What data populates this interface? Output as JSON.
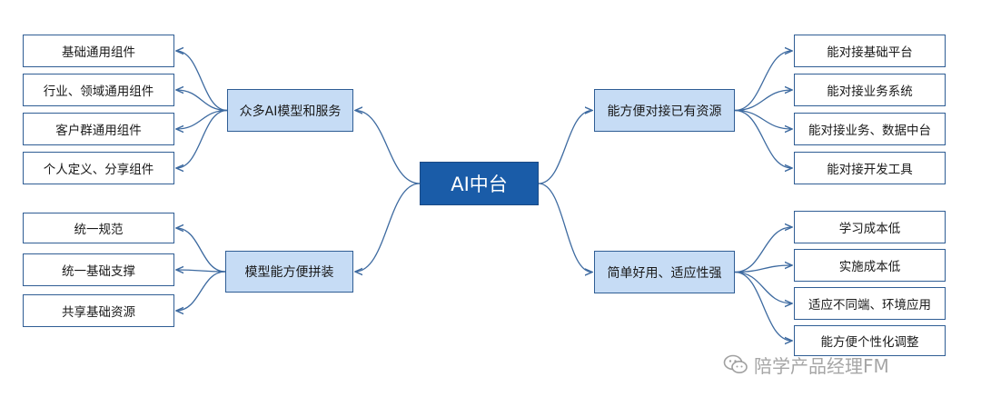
{
  "center": {
    "label": "AI中台"
  },
  "branches": {
    "models": {
      "label": "众多AI模型和服务",
      "leaves": [
        "基础通用组件",
        "行业、领域通用组件",
        "客户群通用组件",
        "个人定义、分享组件"
      ]
    },
    "assembly": {
      "label": "模型能方便拼装",
      "leaves": [
        "统一规范",
        "统一基础支撑",
        "共享基础资源"
      ]
    },
    "connect": {
      "label": "能方便对接已有资源",
      "leaves": [
        "能对接基础平台",
        "能对接业务系统",
        "能对接业务、数据中台",
        "能对接开发工具"
      ]
    },
    "easy": {
      "label": "简单好用、适应性强",
      "leaves": [
        "学习成本低",
        "实施成本低",
        "适应不同端、环境应用",
        "能方便个性化调整"
      ]
    }
  },
  "watermark": {
    "text": "陪学产品经理FM",
    "icon": "wechat-icon"
  },
  "colors": {
    "center_fill": "#1a5ca8",
    "branch_fill": "#c6dcf5",
    "border": "#2f5d94",
    "connector": "#3d6aa0"
  }
}
